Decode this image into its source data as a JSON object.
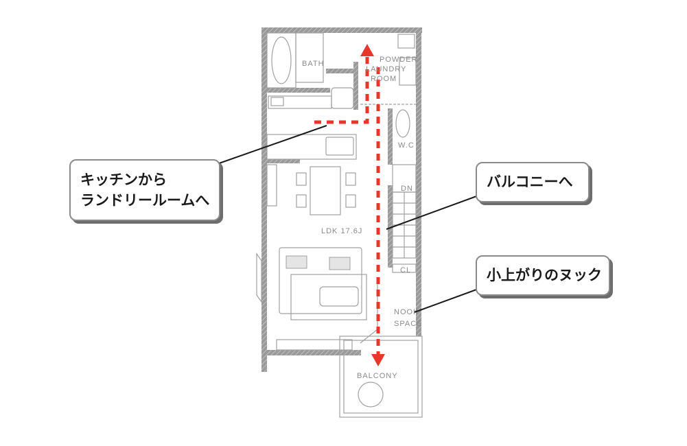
{
  "rooms": {
    "bath": "BATH",
    "powder_1": "POWDER",
    "powder_2": "LAUNDRY",
    "powder_3": "ROOM",
    "wc": "W.C",
    "dn": "DN",
    "ldk": "LDK 17.6J",
    "cl": "CL",
    "nook_1": "NOOK",
    "nook_2": "SPACE",
    "balcony": "BALCONY"
  },
  "callouts": {
    "kitchen": "キッチンから\nランドリールームへ",
    "balcony": "バルコニーへ",
    "nook": "小上がりのヌック"
  },
  "colors": {
    "route": "#e8362a",
    "wall": "#9a9a9a",
    "line": "#a0a0a0"
  }
}
